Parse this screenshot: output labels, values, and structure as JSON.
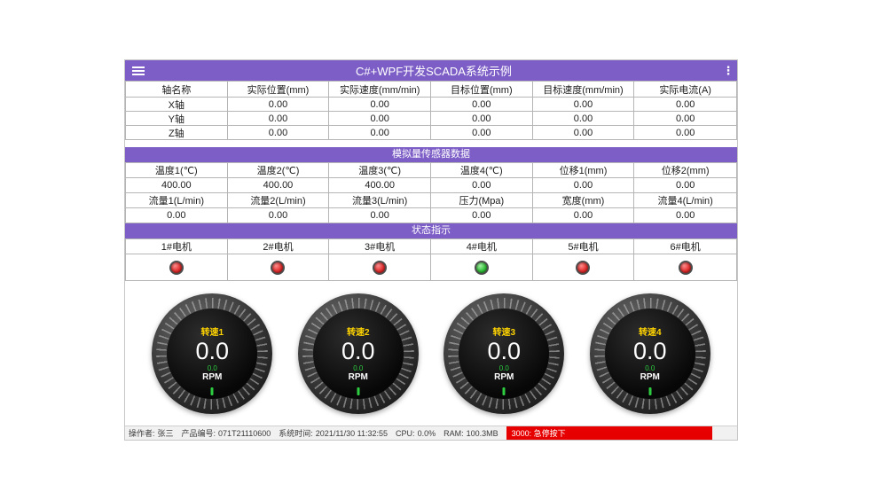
{
  "colors": {
    "accent_purple": "#7c5ec6",
    "alarm_red": "#e60000",
    "indicator_red": "#e53030",
    "indicator_green": "#35c23c",
    "gauge_label_yellow": "#ffd400",
    "gauge_sub_green": "#2ecc40"
  },
  "titlebar": {
    "title": "C#+WPF开发SCADA系统示例",
    "more_icon": "⋮"
  },
  "axis_table": {
    "headers": [
      "轴名称",
      "实际位置(mm)",
      "实际速度(mm/min)",
      "目标位置(mm)",
      "目标速度(mm/min)",
      "实际电流(A)"
    ],
    "rows": [
      {
        "name": "X轴",
        "values": [
          "0.00",
          "0.00",
          "0.00",
          "0.00",
          "0.00"
        ]
      },
      {
        "name": "Y轴",
        "values": [
          "0.00",
          "0.00",
          "0.00",
          "0.00",
          "0.00"
        ]
      },
      {
        "name": "Z轴",
        "values": [
          "0.00",
          "0.00",
          "0.00",
          "0.00",
          "0.00"
        ]
      }
    ]
  },
  "analog": {
    "section_title": "模拟量传感器数据",
    "row1_headers": [
      "温度1(℃)",
      "温度2(℃)",
      "温度3(℃)",
      "温度4(℃)",
      "位移1(mm)",
      "位移2(mm)"
    ],
    "row1_values": [
      "400.00",
      "400.00",
      "400.00",
      "0.00",
      "0.00",
      "0.00"
    ],
    "row2_headers": [
      "流量1(L/min)",
      "流量2(L/min)",
      "流量3(L/min)",
      "压力(Mpa)",
      "宽度(mm)",
      "流量4(L/min)"
    ],
    "row2_values": [
      "0.00",
      "0.00",
      "0.00",
      "0.00",
      "0.00",
      "0.00"
    ]
  },
  "status_section": {
    "section_title": "状态指示",
    "motors": [
      {
        "label": "1#电机",
        "state": "red"
      },
      {
        "label": "2#电机",
        "state": "red"
      },
      {
        "label": "3#电机",
        "state": "red"
      },
      {
        "label": "4#电机",
        "state": "green"
      },
      {
        "label": "5#电机",
        "state": "red"
      },
      {
        "label": "6#电机",
        "state": "red"
      }
    ]
  },
  "gauges": [
    {
      "label": "转速1",
      "value": "0.0",
      "sub_value": "0.0",
      "unit": "RPM"
    },
    {
      "label": "转速2",
      "value": "0.0",
      "sub_value": "0.0",
      "unit": "RPM"
    },
    {
      "label": "转速3",
      "value": "0.0",
      "sub_value": "0.0",
      "unit": "RPM"
    },
    {
      "label": "转速4",
      "value": "0.0",
      "sub_value": "0.0",
      "unit": "RPM"
    }
  ],
  "status_bar": {
    "items": [
      {
        "label": "操作者:",
        "value": "张三"
      },
      {
        "label": "产品编号:",
        "value": "071T21110600"
      },
      {
        "label": "系统时间:",
        "value": "2021/11/30 11:32:55"
      },
      {
        "label": "CPU:",
        "value": "0.0%"
      },
      {
        "label": "RAM:",
        "value": "100.3MB"
      }
    ],
    "alarm": "3000: 急停按下"
  }
}
